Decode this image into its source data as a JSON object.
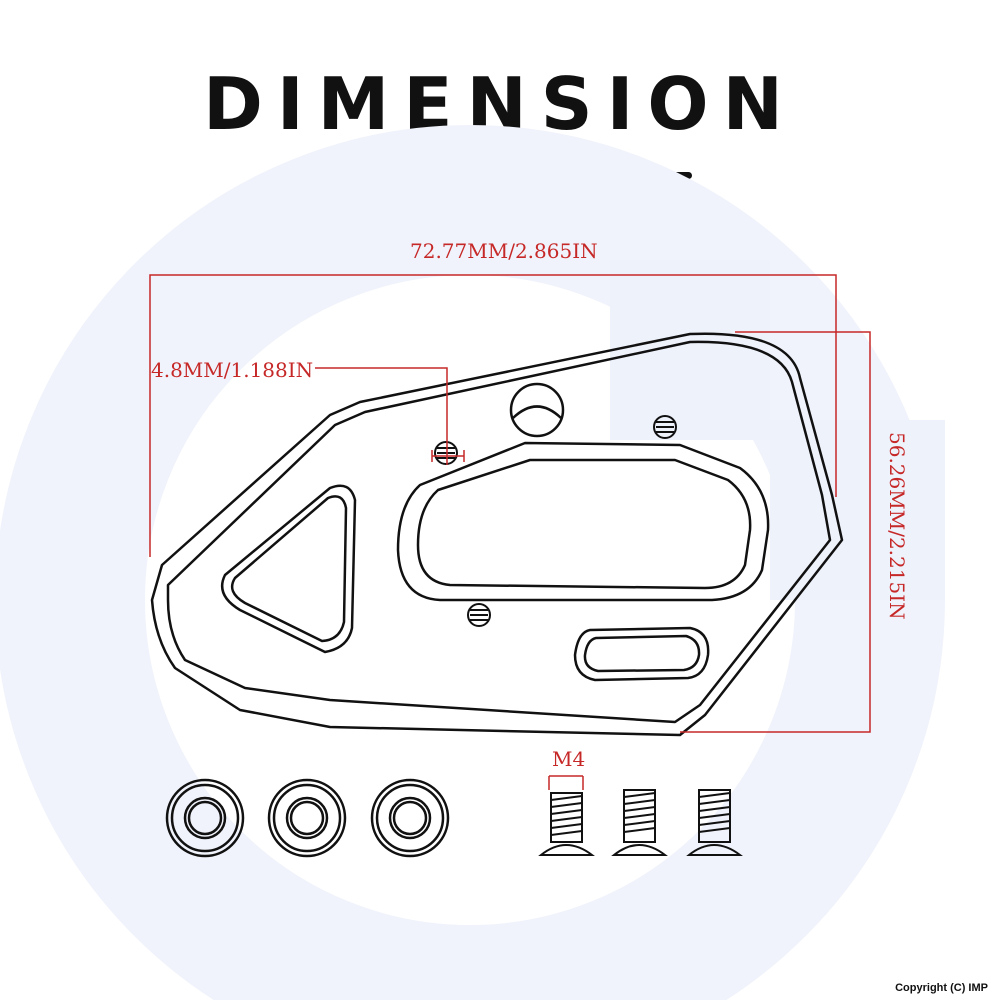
{
  "title": "DIMENSION",
  "dimensions": {
    "overall_width": "72.77MM/2.865IN",
    "hole_diameter": "4.8MM/1.188IN",
    "overall_height": "56.26MM/2.215IN",
    "screw_thread": "M4"
  },
  "copyright": "Copyright (C) IMP",
  "colors": {
    "dimension_line": "#c62828",
    "outline": "#111111",
    "watermark": "#eef2fb"
  }
}
